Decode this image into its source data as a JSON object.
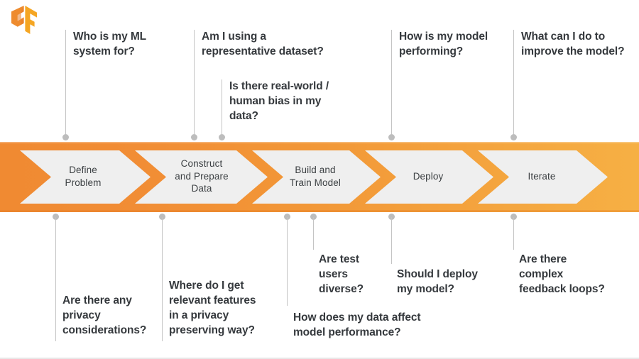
{
  "brand": {
    "logo_name": "tensorflow-logo",
    "accent_orange": "#F08A32",
    "accent_orange_light": "#F6B044",
    "chevron_fill": "#EFEFEF",
    "text_color": "#35393d"
  },
  "pipeline": {
    "steps": [
      {
        "id": "define-problem",
        "label": "Define\nProblem"
      },
      {
        "id": "construct-prepare-data",
        "label": "Construct\nand Prepare\nData"
      },
      {
        "id": "build-train-model",
        "label": "Build and\nTrain Model"
      },
      {
        "id": "deploy",
        "label": "Deploy"
      },
      {
        "id": "iterate",
        "label": "Iterate"
      }
    ],
    "step_labels": {
      "s0l0": "Define",
      "s0l1": "Problem",
      "s1l0": "Construct",
      "s1l1": "and Prepare",
      "s1l2": "Data",
      "s2l0": "Build and",
      "s2l1": "Train Model",
      "s3l0": "Deploy",
      "s4l0": "Iterate"
    }
  },
  "questions_above": [
    {
      "id": "who-is-my-ml-system-for",
      "line0": "Who is my ML",
      "line1": "system for?",
      "anchor_step": "define-problem"
    },
    {
      "id": "representative-dataset",
      "line0": "Am I using a",
      "line1": "representative dataset?",
      "anchor_step": "construct-prepare-data"
    },
    {
      "id": "real-world-human-bias",
      "line0": "Is there real-world /",
      "line1": "human bias in my",
      "line2": "data?",
      "anchor_step": "construct-prepare-data"
    },
    {
      "id": "how-is-my-model-performing",
      "line0": "How is my model",
      "line1": "performing?",
      "anchor_step": "deploy"
    },
    {
      "id": "improve-the-model",
      "line0": "What can I do to",
      "line1": "improve the model?",
      "anchor_step": "iterate"
    }
  ],
  "questions_below": [
    {
      "id": "privacy-considerations",
      "line0": "Are there any",
      "line1": "privacy",
      "line2": "considerations?",
      "anchor_step": "define-problem"
    },
    {
      "id": "relevant-features-privacy",
      "line0": "Where do I get",
      "line1": "relevant features",
      "line2": "in a privacy",
      "line3": "preserving way?",
      "anchor_step": "construct-prepare-data"
    },
    {
      "id": "data-affect-model-performance",
      "line0": "How does my data affect",
      "line1": "model performance?",
      "anchor_step": "build-train-model"
    },
    {
      "id": "test-users-diverse",
      "line0": "Are test",
      "line1": "users",
      "line2": "diverse?",
      "anchor_step": "build-train-model"
    },
    {
      "id": "should-i-deploy-my-model",
      "line0": "Should I deploy",
      "line1": "my model?",
      "anchor_step": "deploy"
    },
    {
      "id": "complex-feedback-loops",
      "line0": "Are there",
      "line1": "complex",
      "line2": "feedback loops?",
      "anchor_step": "iterate"
    }
  ]
}
